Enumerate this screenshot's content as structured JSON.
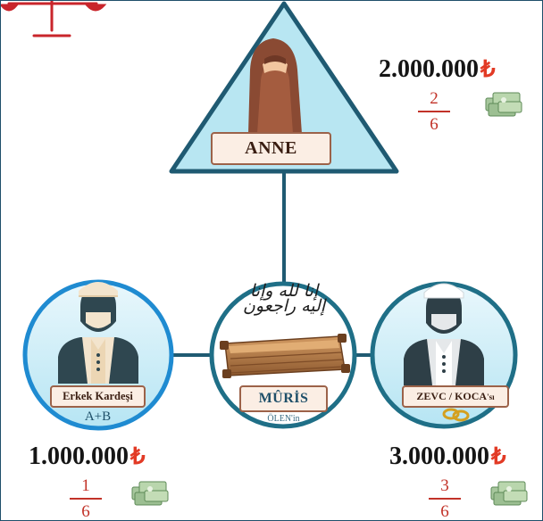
{
  "anne": {
    "label": "ANNE",
    "amount": "2.000.000",
    "currency": "₺",
    "fraction": {
      "numerator": "2",
      "denominator": "6"
    }
  },
  "muris": {
    "label": "MÛRİS",
    "sublabel": "ÖLEN'in",
    "calligraphy": "إنا لله وإنا إليه راجعون"
  },
  "erkek_kardes": {
    "label": "Erkek Kardeşi",
    "share_note": "A+B",
    "amount": "1.000.000",
    "currency": "₺",
    "fraction": {
      "numerator": "1",
      "denominator": "6"
    }
  },
  "zevc": {
    "label_main": "ZEVC",
    "label_sep": " / ",
    "label_koca": "KOCA",
    "label_suffix": "'sı",
    "amount": "3.000.000",
    "currency": "₺",
    "fraction": {
      "numerator": "3",
      "denominator": "6"
    }
  },
  "colors": {
    "frame": "#1f4f6a",
    "connector": "#1f5a72",
    "triangle_fill": "#b8e6f2",
    "circle_fill_light": "#d3eef8",
    "circle_border_left": "#1f8bd1",
    "circle_border": "#1f6f87",
    "label_bg": "#fbeee4",
    "label_border": "#9c6249",
    "currency": "#e23a25",
    "fraction": "#c23228"
  },
  "icons": [
    "scales-icon",
    "woman-niqab-icon",
    "man-kufi-icon",
    "coffin-icon",
    "wedding-rings-icon",
    "money-stack-icon",
    "lira-icon"
  ]
}
